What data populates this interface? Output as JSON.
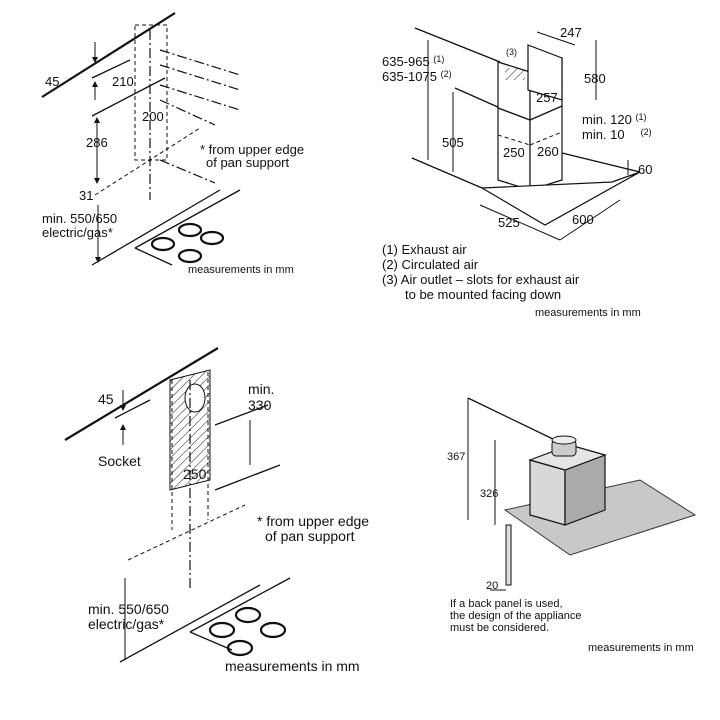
{
  "panel_wall_mounting": {
    "dim_45": "45",
    "dim_210": "210",
    "dim_200": "200",
    "dim_286": "286",
    "dim_31": "31",
    "min_height_line1": "min. 550/650",
    "min_height_line2": "electric/gas*",
    "footnote_line1": "* from upper edge",
    "footnote_line2": "of pan support",
    "units": "measurements in mm"
  },
  "panel_hood_dimensions": {
    "dim_247": "247",
    "callout_3": "(3)",
    "height_exhaust": "635-965",
    "height_exhaust_ref": "(1)",
    "height_circulated": "635-1075",
    "height_circulated_ref": "(2)",
    "dim_580": "580",
    "dim_257": "257",
    "min_exhaust": "min. 120",
    "min_exhaust_ref": "(1)",
    "min_circulated": "min. 10",
    "min_circulated_ref": "(2)",
    "dim_505": "505",
    "dim_250": "250",
    "dim_260": "260",
    "dim_60": "60",
    "dim_525": "525",
    "dim_600": "600",
    "legend": [
      "(1) Exhaust air",
      "(2) Circulated air",
      "(3) Air outlet – slots for exhaust air",
      "to be mounted facing down"
    ],
    "units": "measurements in mm"
  },
  "panel_socket": {
    "dim_45": "45",
    "min_label": "min.",
    "dim_330": "330",
    "socket_label": "Socket",
    "dim_250": "250",
    "footnote_line1": "* from upper edge",
    "footnote_line2": "of pan support",
    "min_height_line1": "min. 550/650",
    "min_height_line2": "electric/gas*",
    "units": "measurements in mm"
  },
  "panel_back_panel": {
    "dim_367": "367",
    "dim_326": "326",
    "dim_20": "20",
    "note": [
      "If a back panel is used,",
      "the design of the appliance",
      "must be considered."
    ],
    "units": "measurements in mm"
  }
}
